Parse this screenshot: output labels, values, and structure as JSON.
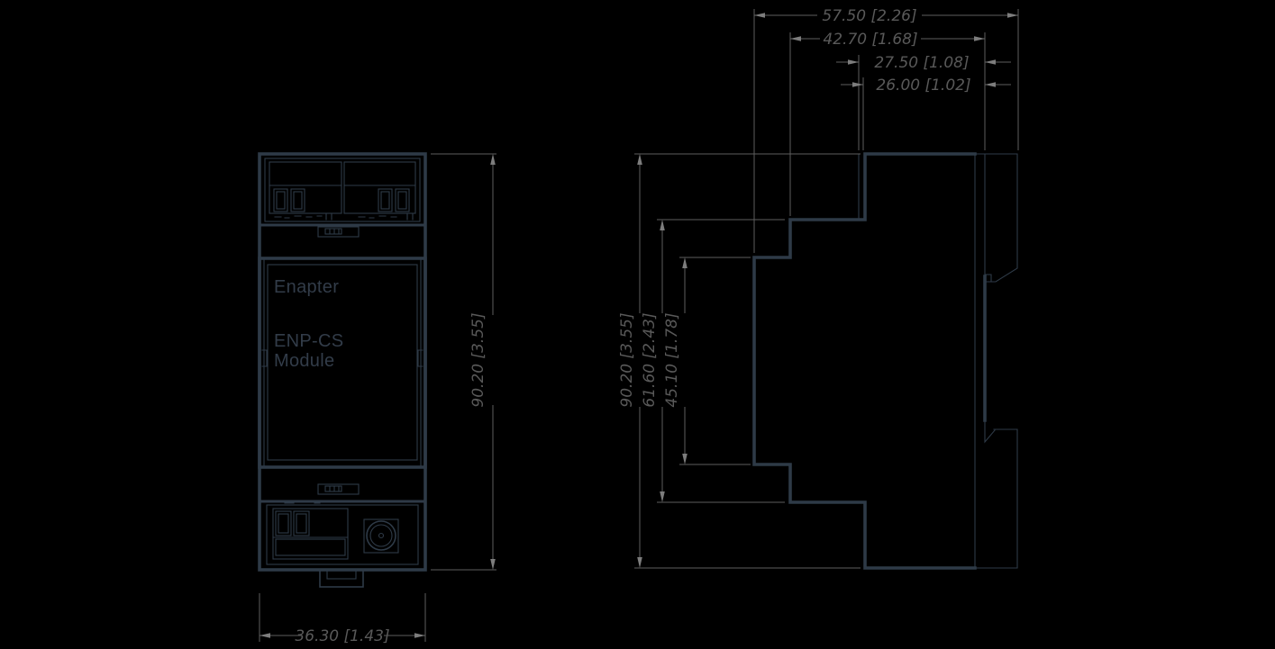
{
  "drawing": {
    "module": {
      "brand": "Enapter",
      "model": "ENP-CS",
      "type": "Module"
    },
    "front_view": {
      "height": "90.20 [3.55]",
      "width": "36.30 [1.43]"
    },
    "side_view": {
      "depth_total": "57.50 [2.26]",
      "depth_body": "42.70 [1.68]",
      "depth_upper": "27.50 [1.08]",
      "depth_top": "26.00 [1.02]",
      "height_total": "90.20 [3.55]",
      "height_mid": "61.60 [2.43]",
      "height_front": "45.10 [1.78]"
    },
    "colors": {
      "background": "#000000",
      "outline": "#2e3a47",
      "module_label": "#323c49",
      "dim_line": "#5e5e5e",
      "dim_arrow": "#7d7d7d",
      "dim_text": "#595959"
    }
  }
}
